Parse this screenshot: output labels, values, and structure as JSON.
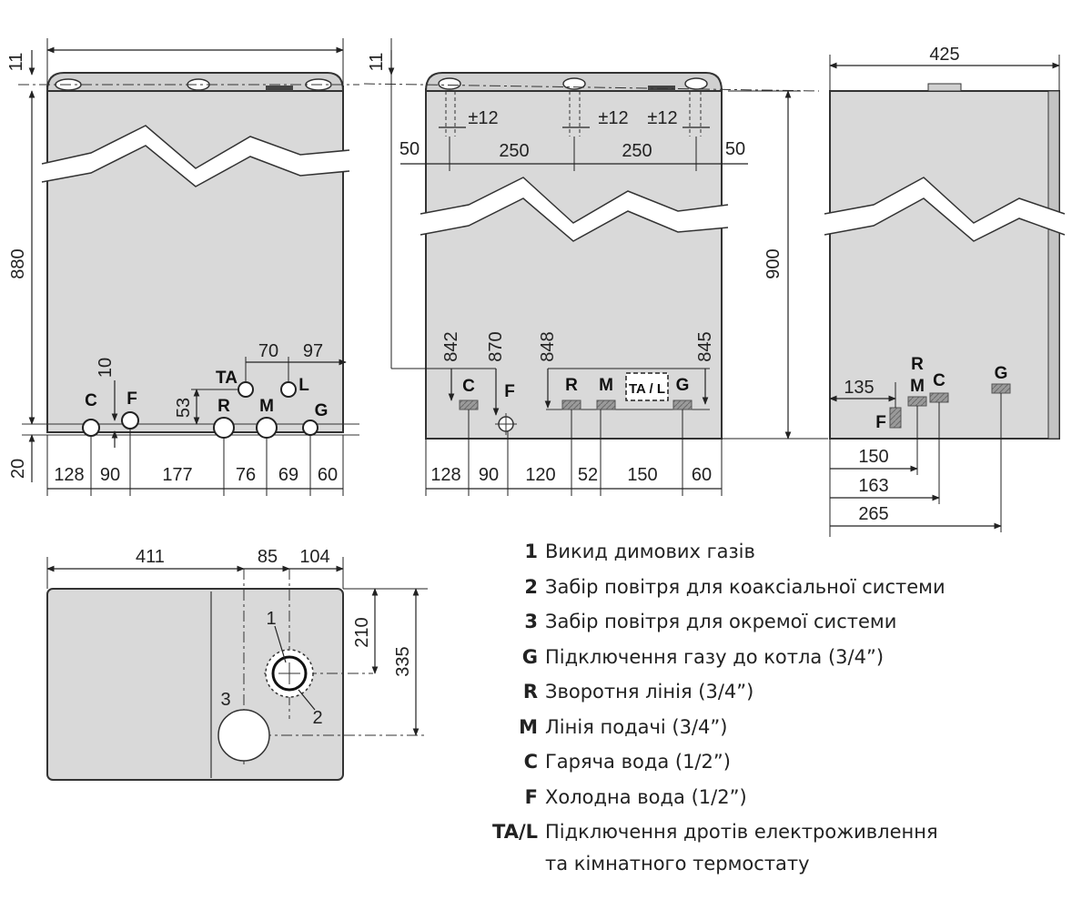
{
  "front_view": {
    "dims": {
      "top_offset": "11",
      "height": "880",
      "bottom_offset": "20",
      "row": [
        "128",
        "90",
        "177",
        "76",
        "69",
        "60"
      ],
      "ta_gap": "70",
      "l_gap": "97",
      "c_offset": "10",
      "r_offset": "53"
    },
    "labels": {
      "c": "C",
      "f": "F",
      "ta": "TA",
      "l": "L",
      "r": "R",
      "m": "M",
      "g": "G"
    }
  },
  "back_view": {
    "dims": {
      "top_offset": "11",
      "height": "900",
      "tol_a": "±12",
      "tol_b": "±12",
      "tol_c": "±12",
      "top_row": [
        "50",
        "250",
        "250",
        "50"
      ],
      "v842": "842",
      "v870": "870",
      "v848": "848",
      "v845": "845",
      "row": [
        "128",
        "90",
        "120",
        "52",
        "150",
        "60"
      ]
    },
    "labels": {
      "c": "C",
      "f": "F",
      "r": "R",
      "m": "M",
      "tal": "TA / L",
      "g": "G"
    }
  },
  "side_view": {
    "dims": {
      "depth": "425",
      "d135": "135",
      "d150": "150",
      "d163": "163",
      "d265": "265"
    },
    "labels": {
      "r": "R",
      "m": "M",
      "c": "C",
      "f": "F",
      "g": "G"
    }
  },
  "top_view": {
    "dims": {
      "d411": "411",
      "d85": "85",
      "d104": "104",
      "d210": "210",
      "d335": "335"
    },
    "labels": {
      "n1": "1",
      "n2": "2",
      "n3": "3"
    }
  },
  "legend": {
    "items": [
      {
        "key": "1",
        "text": "Викид димових газів"
      },
      {
        "key": "2",
        "text": "Забір повітря для коаксіальної системи"
      },
      {
        "key": "3",
        "text": "Забір повітря для окремої системи"
      },
      {
        "key": "G",
        "text": "Підключення газу до котла (3/4”)"
      },
      {
        "key": "R",
        "text": "Зворотня лінія (3/4”)"
      },
      {
        "key": "M",
        "text": "Лінія подачі (3/4”)"
      },
      {
        "key": "C",
        "text": "Гаряча вода (1/2”)"
      },
      {
        "key": "F",
        "text": "Холодна вода (1/2”)"
      },
      {
        "key": "TA/L",
        "text": "Підключення дротів електроживлення"
      }
    ],
    "continuation": "та кімнатного термостату"
  }
}
